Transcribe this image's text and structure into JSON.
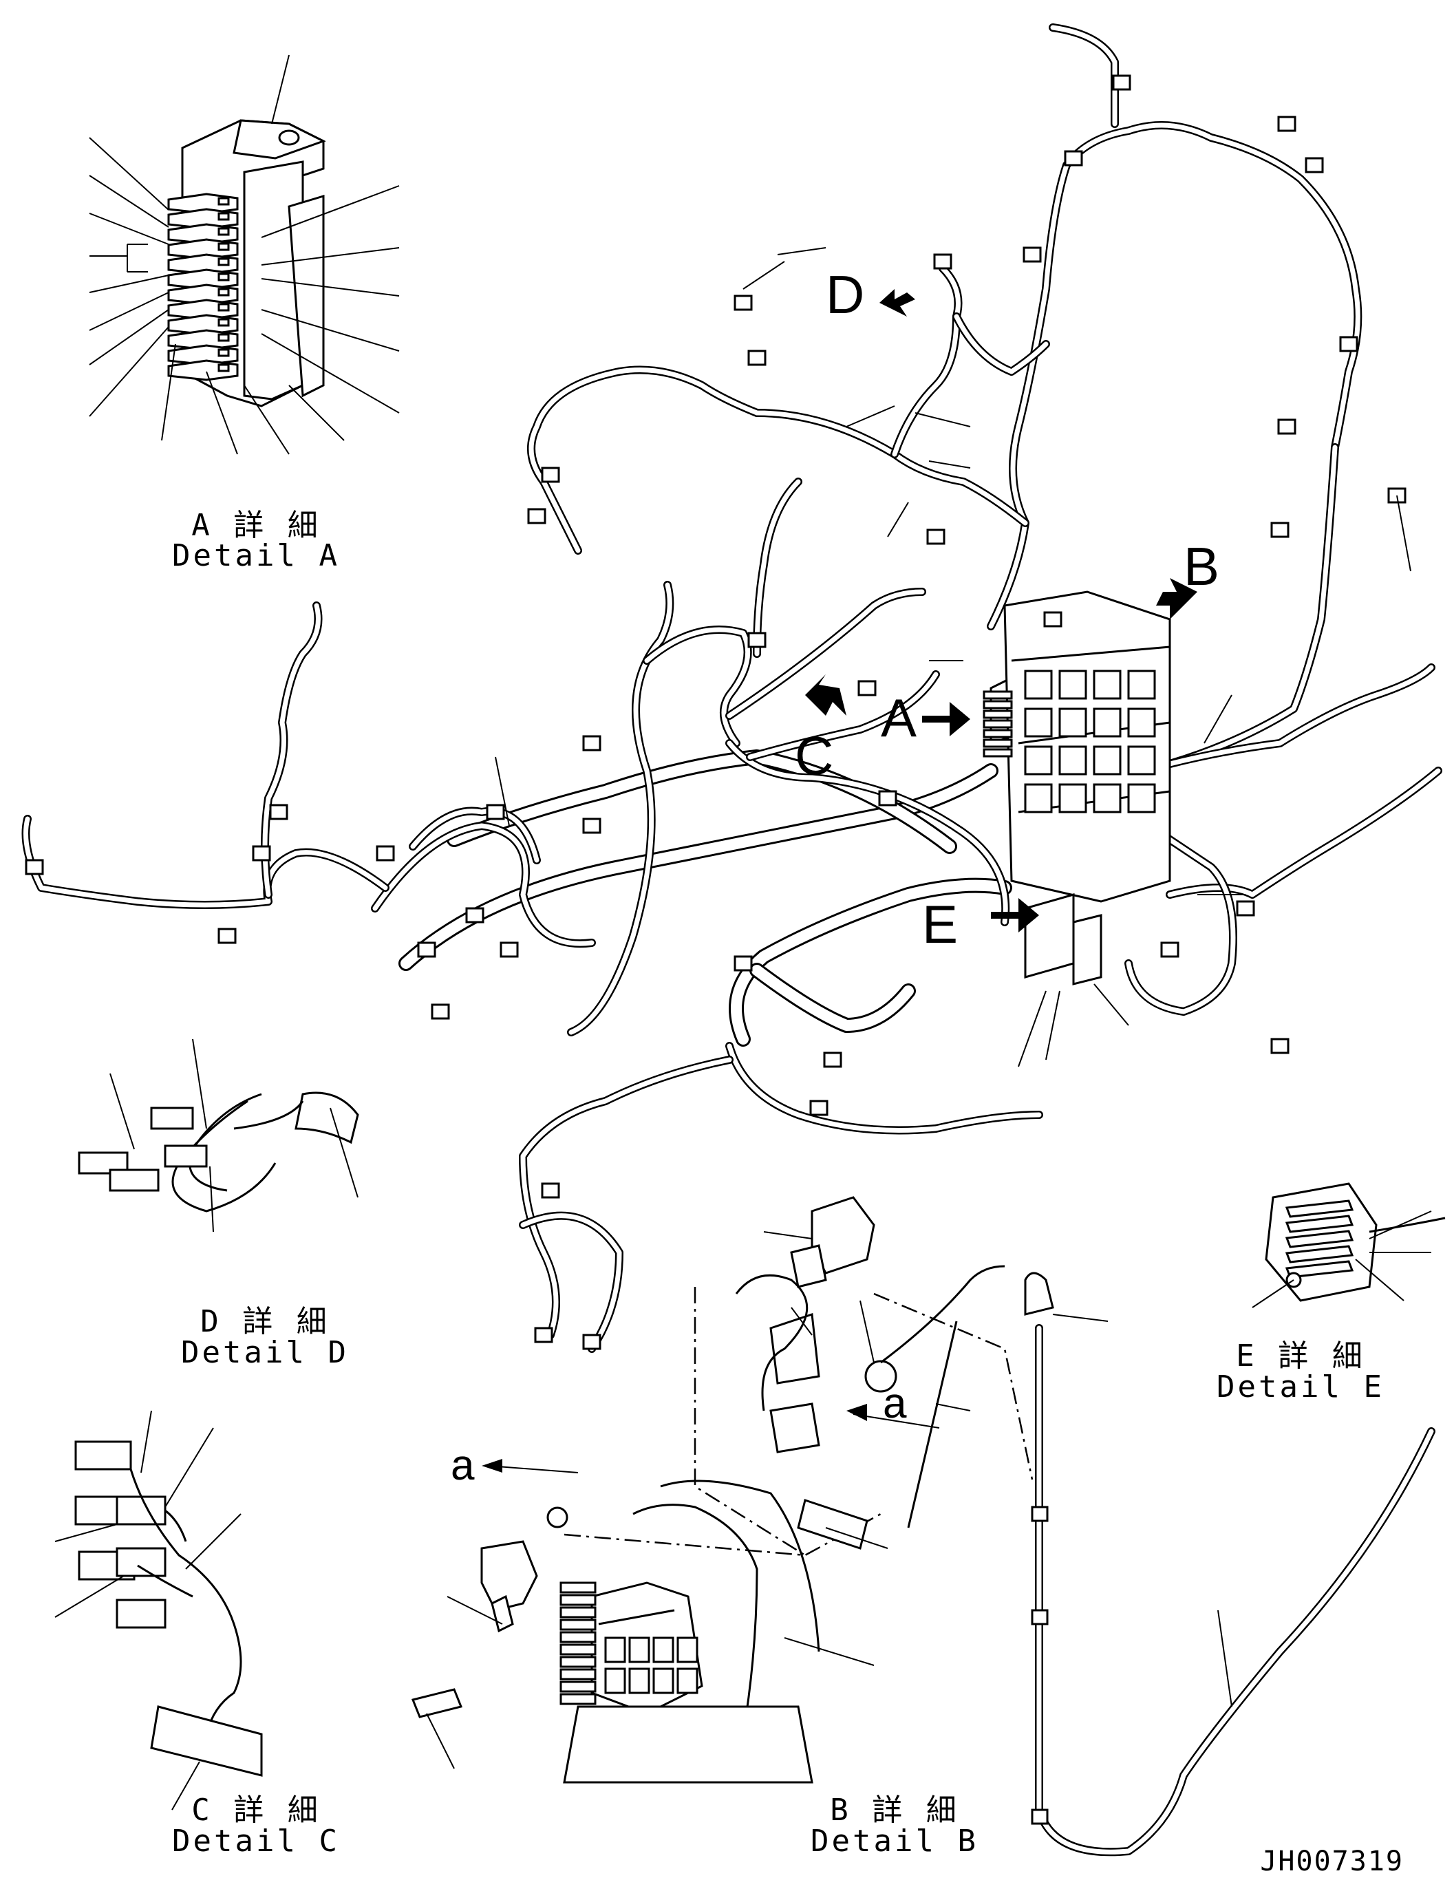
{
  "diagram": {
    "drawing_number": "JH007319",
    "callouts": {
      "A": "A",
      "B": "B",
      "C": "C",
      "D": "D",
      "E": "E",
      "a_arrow": "a",
      "a_arrow2": "a"
    },
    "details": [
      {
        "id": "A",
        "jp": "A 詳 細",
        "en": "Detail A"
      },
      {
        "id": "B",
        "jp": "B 詳 細",
        "en": "Detail B"
      },
      {
        "id": "C",
        "jp": "C 詳 細",
        "en": "Detail C"
      },
      {
        "id": "D",
        "jp": "D 詳 細",
        "en": "Detail D"
      },
      {
        "id": "E",
        "jp": "E 詳 細",
        "en": "Detail E"
      }
    ]
  }
}
